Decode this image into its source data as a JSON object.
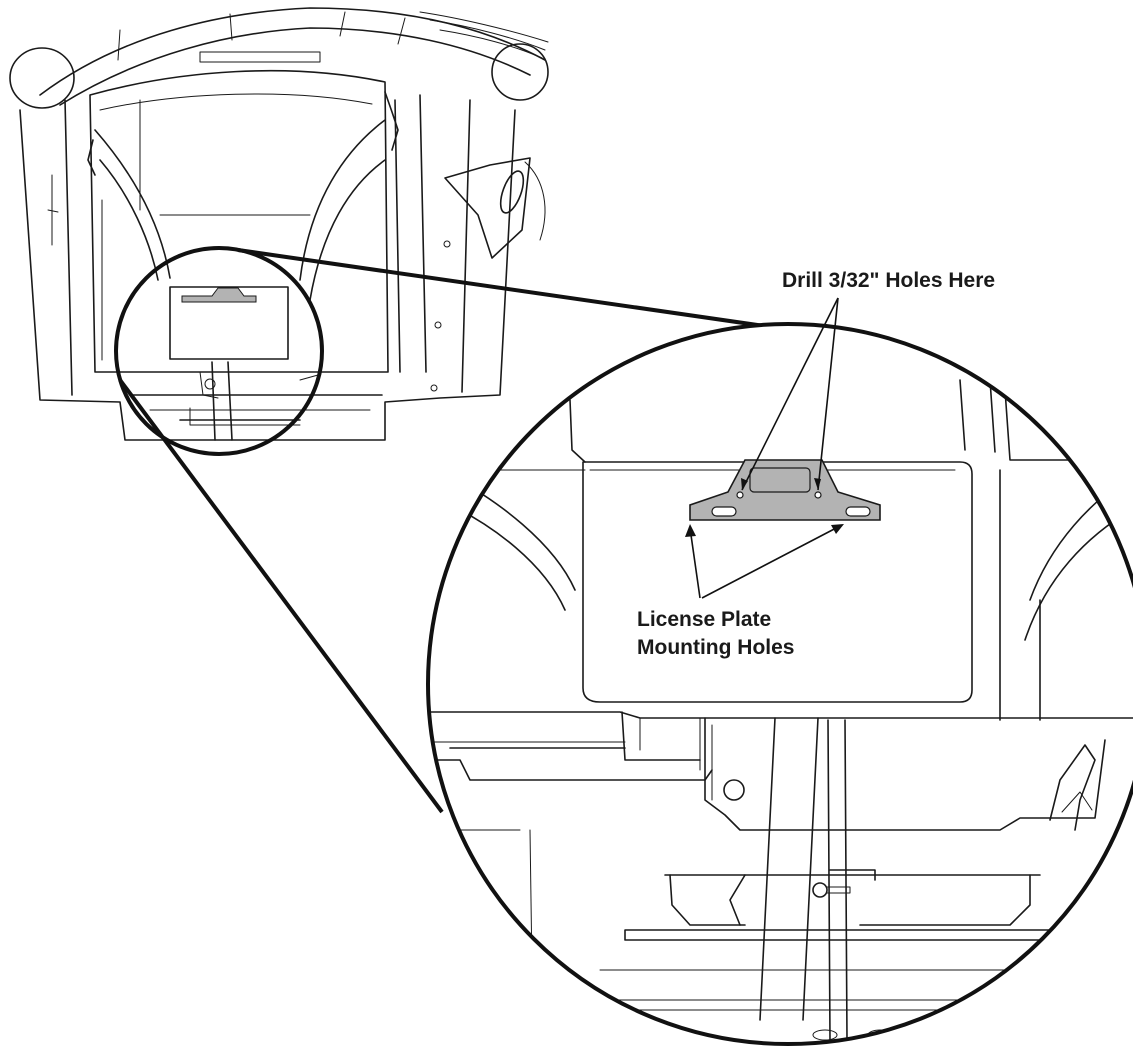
{
  "labels": {
    "drill": "Drill 3/32\" Holes Here",
    "plate_line1": "License Plate",
    "plate_line2": "Mounting Holes"
  },
  "colors": {
    "line": "#1a1a1a",
    "bracket_fill": "#b3b3b3",
    "background": "#ffffff"
  }
}
